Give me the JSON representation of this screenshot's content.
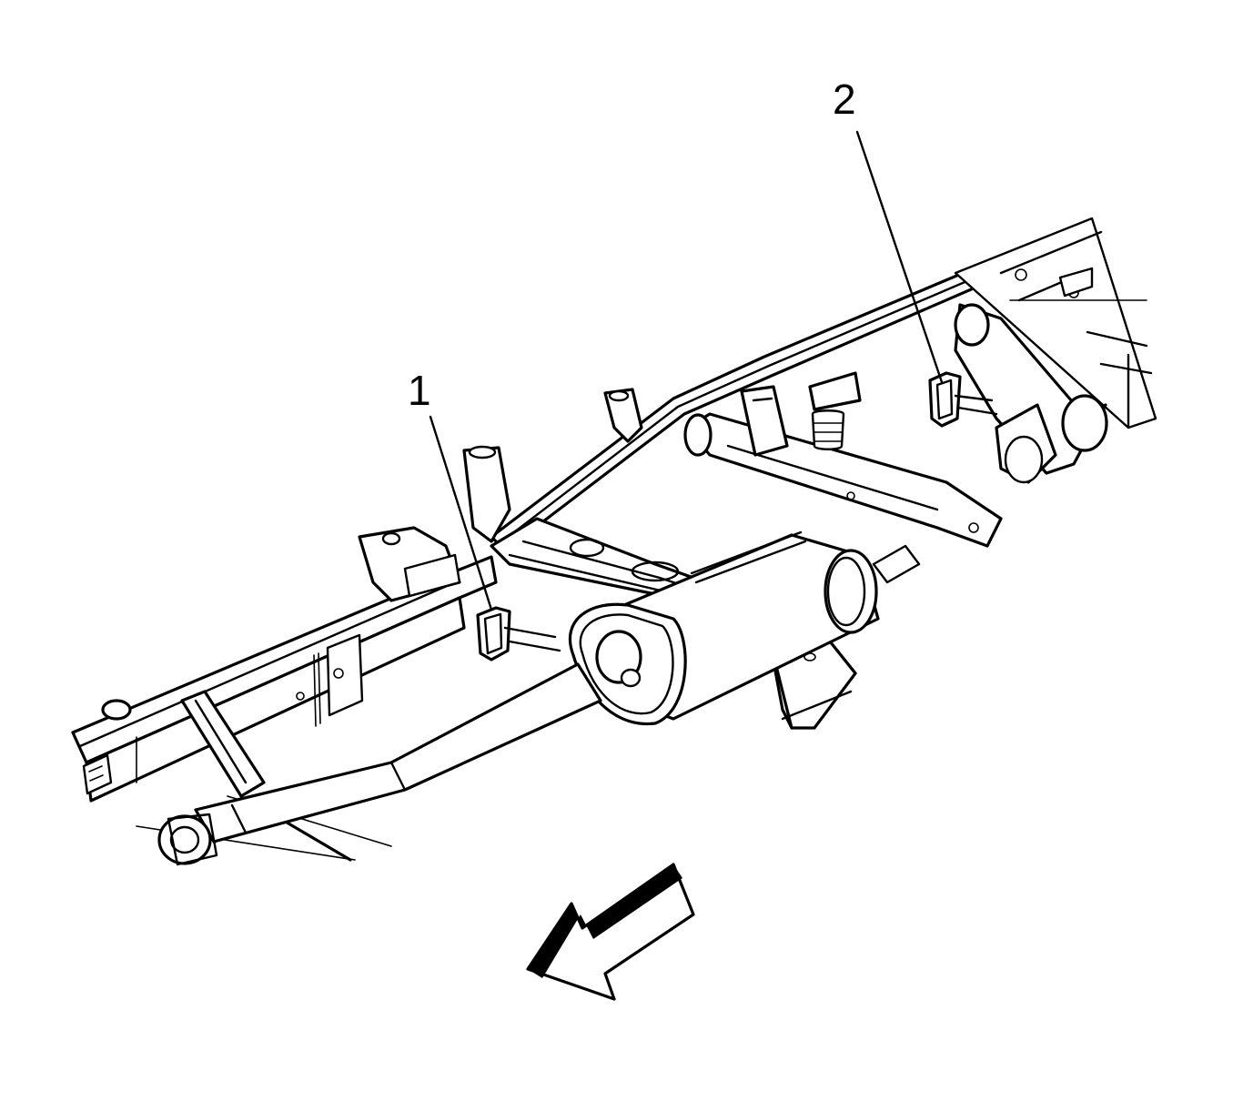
{
  "diagram": {
    "callouts": [
      {
        "id": "1",
        "label": "1"
      },
      {
        "id": "2",
        "label": "2"
      }
    ],
    "direction_arrow": "front-direction-arrow",
    "colors": {
      "line": "#000000",
      "background": "#ffffff",
      "shade": "#d9d9d9"
    }
  }
}
